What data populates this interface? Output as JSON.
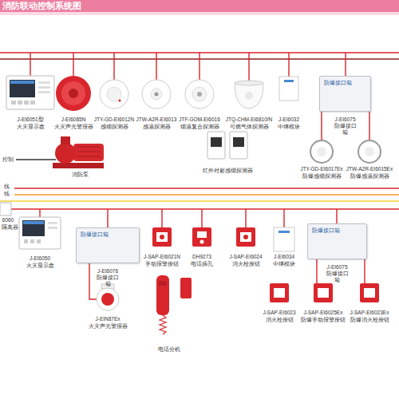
{
  "diagram": {
    "title": "消防联动控制系统图",
    "nodes": [
      {
        "text": [
          "防爆接口箱",
          "J-EI6075 防爆接口箱"
        ]
      },
      {
        "text": [
          "防爆接口箱",
          "J-EI6076 防爆接口箱"
        ]
      },
      {
        "text": [
          "防爆接口箱",
          "J-EI6075 防爆接口箱"
        ]
      }
    ],
    "labels": [
      "J-EI6051型",
      "火灾显示盘",
      "J-EI6085N",
      "火灾声光警报器",
      "JTY-GD-EI6012N",
      "感烟探测器",
      "JTW-A2R-EI6013",
      "感温探测器",
      "JTF-GOM-EI6016",
      "烟温复合探测器",
      "JTQ-CHM-EI6810/N",
      "可燃气体探测器",
      "J-EI6032",
      "中继模块",
      "控制",
      "消防泵",
      "红外对射感烟探测器",
      "JTY-GD-EI6017Ex",
      "防爆感烟探测器",
      "JTW-A2R-EI6015Ex",
      "防爆感温探测器",
      "线",
      "线",
      "6060",
      "隔离器",
      "J-EI6050",
      "火灾显示盘",
      "J-EIN87Ex",
      "火灾声光警报器",
      "J-SAP-EI6021N",
      "手动报警按钮",
      "DH9273",
      "电话插孔",
      "电话分机",
      "J-SAP-EI6024",
      "消火栓按钮",
      "J-EI6034",
      "中继模块",
      "J-SAP-EI6023",
      "消火栓按钮",
      "J-SAP-EI6025Ex",
      "防爆手动报警按钮",
      "J-SAP-EI6023Ex",
      "防爆消火栓按钮"
    ]
  }
}
